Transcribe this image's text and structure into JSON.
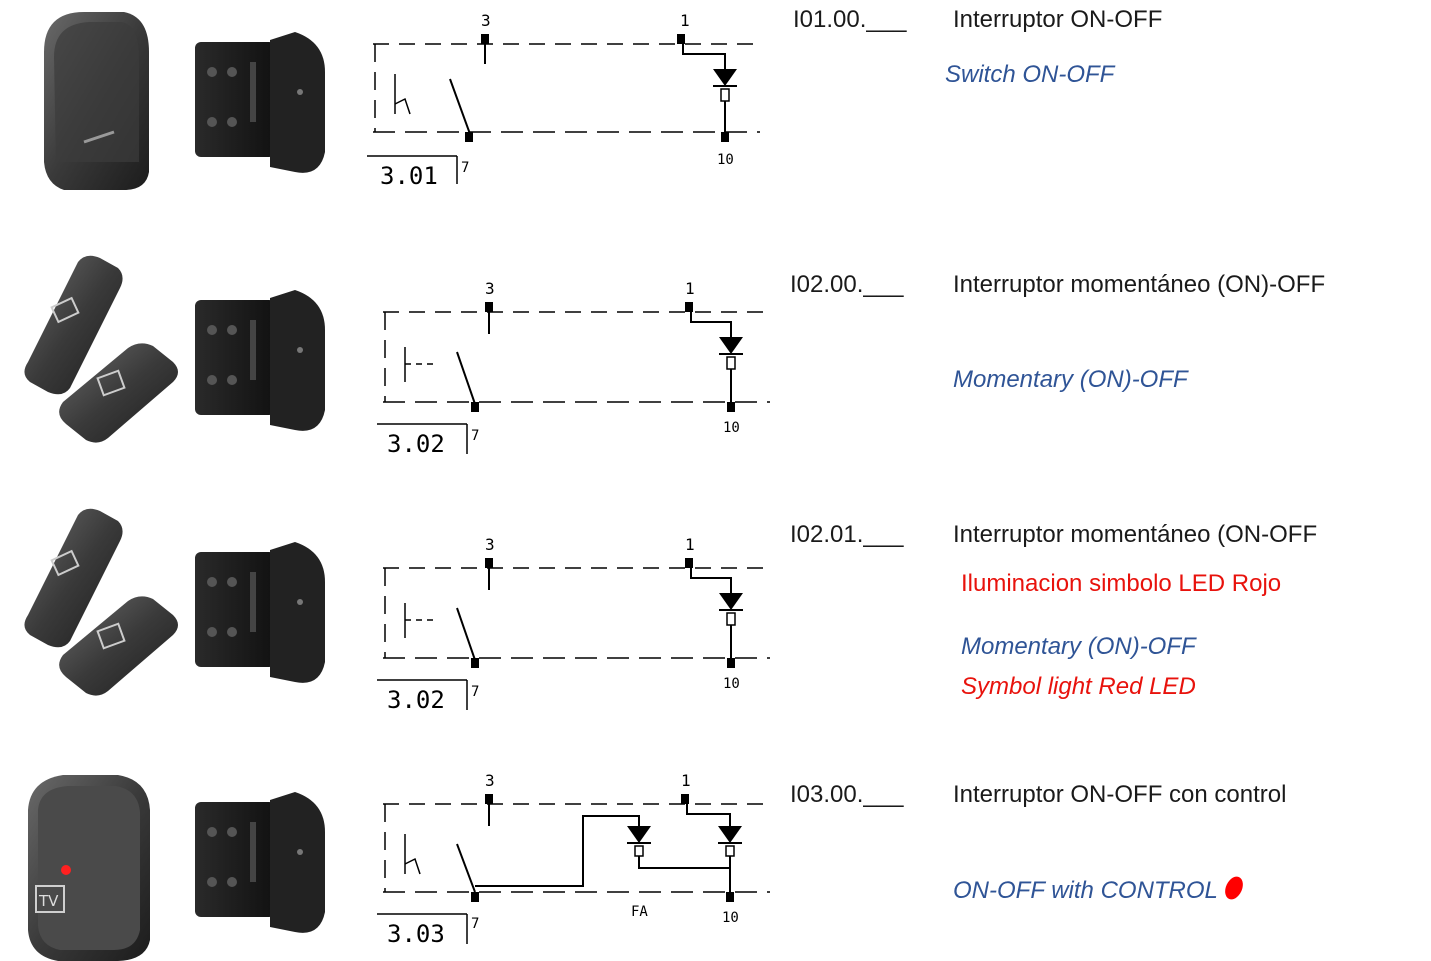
{
  "items": [
    {
      "code": "I01.00.___",
      "title_es": "Interruptor ON-OFF",
      "title_en": "Switch ON-OFF",
      "diagram_id": "3.01",
      "terminals": [
        "3",
        "1",
        "7",
        "10"
      ]
    },
    {
      "code": "I02.00.___",
      "title_es": "Interruptor momentáneo (ON)-OFF",
      "title_en": "Momentary (ON)-OFF",
      "diagram_id": "3.02",
      "terminals": [
        "3",
        "1",
        "7",
        "10"
      ]
    },
    {
      "code": "I02.01.___",
      "title_es": "Interruptor momentáneo (ON-OFF",
      "note_es": "Iluminacion simbolo LED Rojo",
      "title_en": "Momentary (ON)-OFF",
      "note_en": "Symbol light Red LED",
      "diagram_id": "3.02",
      "terminals": [
        "3",
        "1",
        "7",
        "10"
      ]
    },
    {
      "code": "I03.00.___",
      "title_es": "Interruptor ON-OFF con control",
      "title_en": "ON-OFF with CONTROL",
      "diagram_id": "3.03",
      "terminals": [
        "3",
        "1",
        "7",
        "10"
      ],
      "fa_label": "FA"
    }
  ],
  "colors": {
    "text": "#1a1a1a",
    "english": "#2f5496",
    "red": "#e8120c",
    "switch_body": "#2b2b2b"
  }
}
